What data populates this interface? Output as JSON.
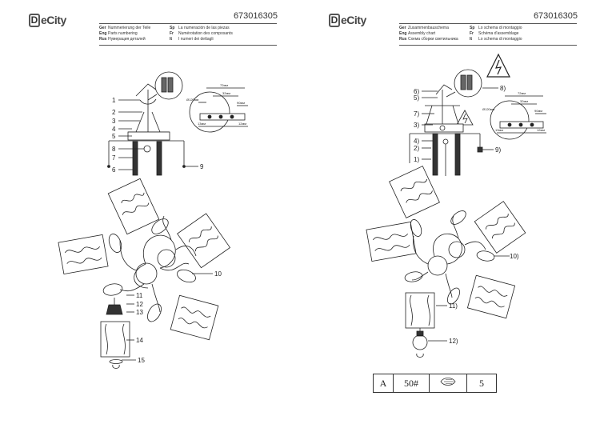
{
  "header": {
    "logo_letter": "D",
    "logo_rest": "eCity",
    "article_code": "673016305"
  },
  "left_panel": {
    "languages": [
      [
        {
          "code": "Ger",
          "text": "Nummerierung der Teile"
        },
        {
          "code": "Sp",
          "text": "La numeración de las piezas"
        }
      ],
      [
        {
          "code": "Eng",
          "text": "Parts numbering"
        },
        {
          "code": "Fr",
          "text": "Numérotation des composants"
        }
      ],
      [
        {
          "code": "Rus",
          "text": "Нумерация деталей"
        },
        {
          "code": "It",
          "text": "I numeri dei dettagli"
        }
      ]
    ],
    "part_numbers": [
      "1",
      "2",
      "3",
      "4",
      "5",
      "8",
      "7",
      "6",
      "9",
      "10",
      "11",
      "12",
      "13",
      "14",
      "15"
    ],
    "dimensions": [
      "72мм",
      "32мм",
      "Ø120мм",
      "90мм",
      "13мм",
      "12мм"
    ]
  },
  "right_panel": {
    "languages": [
      [
        {
          "code": "Ger",
          "text": "Zusammenbauschema"
        },
        {
          "code": "Sp",
          "text": "Lo schema di montaggio"
        }
      ],
      [
        {
          "code": "Eng",
          "text": "Assembly chart"
        },
        {
          "code": "Fr",
          "text": "Schéma d'assemblage"
        }
      ],
      [
        {
          "code": "Rus",
          "text": "Схема сборки светильника"
        },
        {
          "code": "It",
          "text": "Lo schema di montaggio"
        }
      ]
    ],
    "step_labels": [
      "6)",
      "5)",
      "8)",
      "7)",
      "3)",
      "4)",
      "2)",
      "1)",
      "9)",
      "10)",
      "11)",
      "12)"
    ],
    "dimensions": [
      "72мм",
      "32мм",
      "Ø120мм",
      "90мм",
      "13мм",
      "12мм"
    ]
  },
  "bulb_table": {
    "base": "A",
    "quantity_code": "50#",
    "bulb_icon": "bulb-icon",
    "count": "5"
  }
}
